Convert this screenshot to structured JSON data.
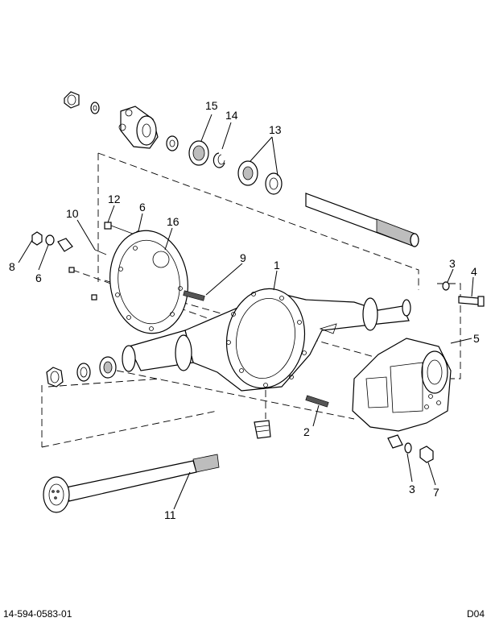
{
  "callouts": {
    "c1": "1",
    "c2": "2",
    "c3a": "3",
    "c3b": "3",
    "c4": "4",
    "c5": "5",
    "c6a": "6",
    "c6b": "6",
    "c7": "7",
    "c8": "8",
    "c9": "9",
    "c10": "10",
    "c11": "11",
    "c12": "12",
    "c13": "13",
    "c14": "14",
    "c15": "15",
    "c16": "16"
  },
  "footer": {
    "part_number": "14-594-0583-01",
    "sheet_code": "D04"
  }
}
